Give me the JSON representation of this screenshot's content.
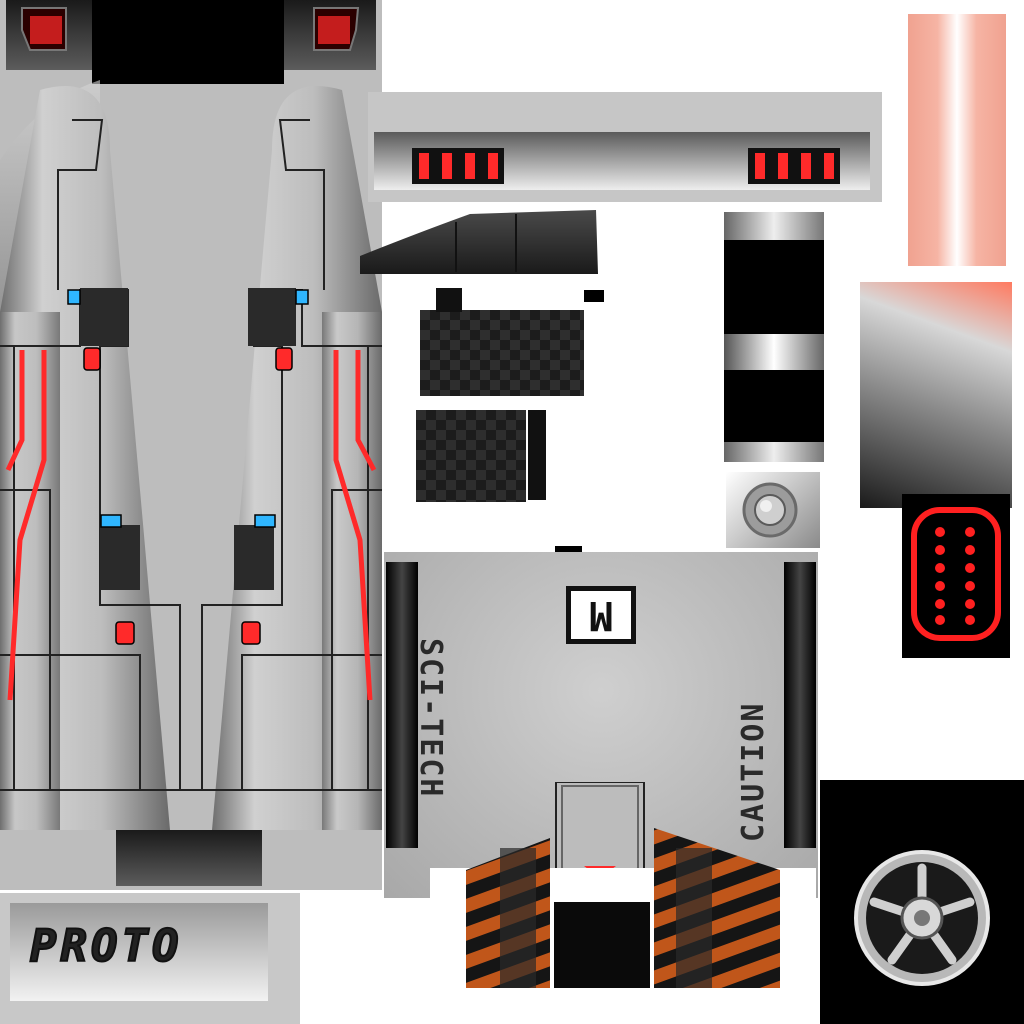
{
  "texture_atlas": {
    "decals": {
      "brand_text": "PROTO",
      "side_text_left": "SCI-TECH",
      "side_text_right": "CAUTION",
      "badge_letter": "M"
    },
    "colors": {
      "hull_light": "#bdbdbd",
      "hull_mid": "#9a9a9a",
      "hull_dark": "#2a2a2a",
      "outline": "#111111",
      "accent_red": "#ff2a2a",
      "accent_cyan": "#2fb6ff",
      "hazard_orange": "#c0561a",
      "beam_pink": "#f4a79a"
    },
    "icons": [
      "tail-light-icon",
      "indicator-light-icon",
      "bolt-rivet-icon",
      "wheel-rim-icon",
      "carbon-fiber-patch-icon",
      "hazard-stripe-icon"
    ]
  }
}
